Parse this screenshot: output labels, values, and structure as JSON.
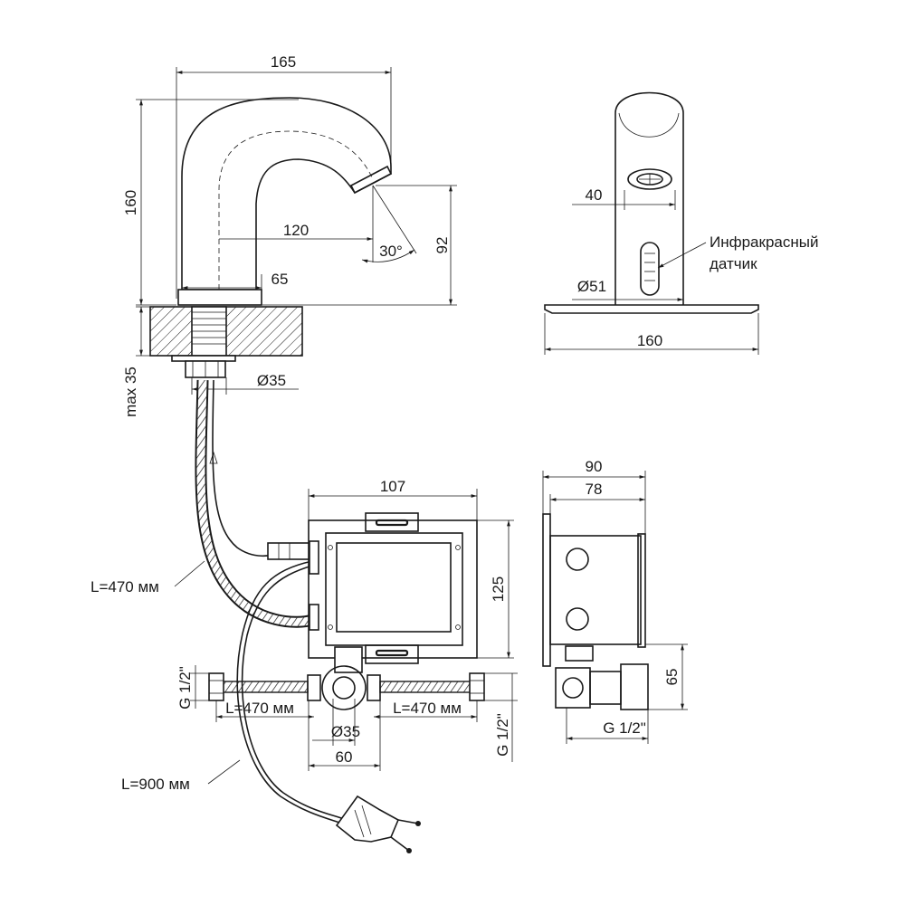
{
  "colors": {
    "line": "#1a1a1a",
    "hatch": "#1a1a1a",
    "background": "#ffffff"
  },
  "faucet_side": {
    "dim_width": "165",
    "dim_height": "160",
    "dim_reach": "120",
    "dim_angle": "30°",
    "dim_spout_height": "92",
    "dim_base": "65",
    "dim_max_thickness": "max 35",
    "dim_hole": "Ø35"
  },
  "faucet_front": {
    "dim_spout": "40",
    "dim_body": "Ø51",
    "dim_base": "160",
    "sensor_label_line1": "Инфракрасный",
    "sensor_label_line2": "датчик"
  },
  "control_box": {
    "dim_width": "107",
    "dim_height": "125",
    "hose_sensor": "L=470 мм",
    "hose_left": "L=470 мм",
    "hose_right": "L=470 мм",
    "thread_left": "G 1/2\"",
    "thread_right": "G 1/2\"",
    "dim_outlet": "Ø35",
    "dim_outlet_spacing": "60",
    "power_cable": "L=900 мм"
  },
  "box_side": {
    "dim_depth_total": "90",
    "dim_depth_box": "78",
    "dim_outlet_height": "65",
    "thread": "G 1/2\""
  }
}
